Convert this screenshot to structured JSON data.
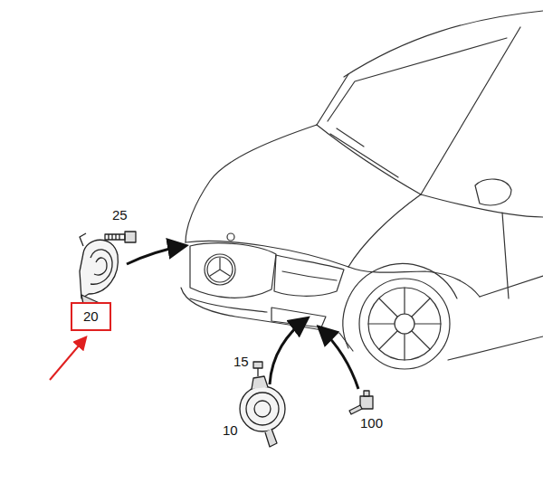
{
  "diagram": {
    "nodes": [
      {
        "text": [
          "20"
        ]
      }
    ],
    "labels": [
      "25",
      "15",
      "10",
      "100"
    ]
  }
}
